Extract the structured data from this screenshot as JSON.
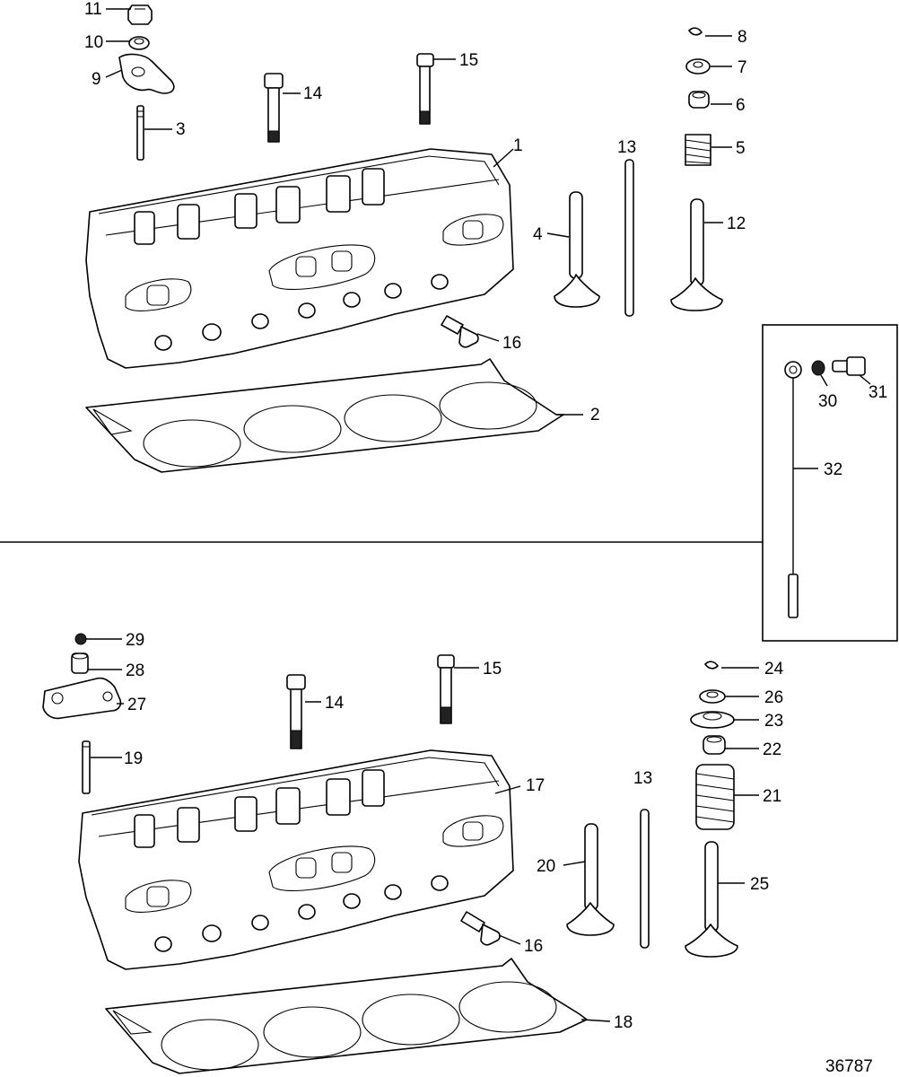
{
  "diagram": {
    "reference_number": "36787",
    "callouts_upper": [
      "11",
      "10",
      "9",
      "3",
      "14",
      "15",
      "1",
      "13",
      "8",
      "7",
      "6",
      "5",
      "4",
      "12",
      "16",
      "2"
    ],
    "callouts_inset": [
      "30",
      "31",
      "32"
    ],
    "callouts_lower": [
      "29",
      "28",
      "27",
      "19",
      "14",
      "15",
      "24",
      "26",
      "23",
      "22",
      "21",
      "17",
      "13",
      "20",
      "25",
      "16",
      "18"
    ]
  }
}
